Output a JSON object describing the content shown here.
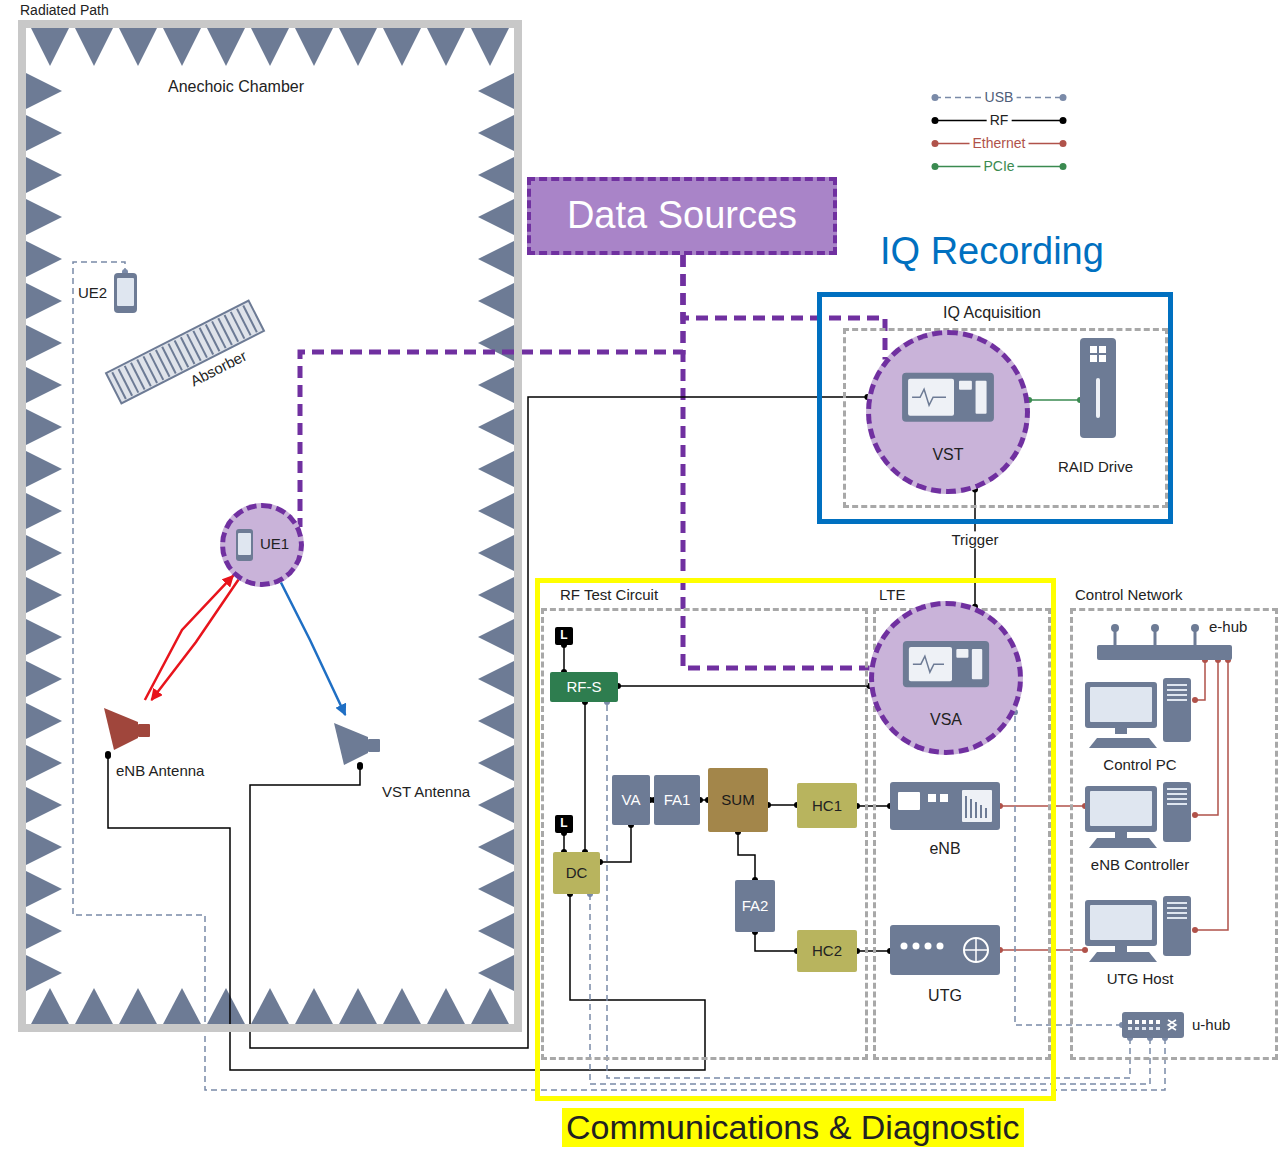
{
  "diagram": {
    "nodes": [
      {
        "text": [
          "Radiated Path",
          "Anechoic Chamber"
        ]
      },
      {
        "text": [
          "UE2"
        ],
        "in": 0
      },
      {
        "text": [
          "Absorber"
        ],
        "in": 0
      },
      {
        "text": [
          "UE1"
        ],
        "in": 0
      },
      {
        "text": [
          "eNB Antenna"
        ],
        "in": 0
      },
      {
        "text": [
          "VST Antenna"
        ],
        "in": 0
      },
      {
        "text": [
          "Data Sources"
        ]
      },
      {
        "text": [
          "IQ Recording"
        ]
      },
      {
        "text": [
          "IQ Acquisition"
        ],
        "in": 7
      },
      {
        "text": [
          "VST"
        ],
        "in": 8
      },
      {
        "text": [
          "RAID Drive"
        ],
        "in": 8
      },
      {
        "text": [
          "Communications & Diagnostic"
        ]
      },
      {
        "text": [
          "RF Test Circuit"
        ],
        "in": 11
      },
      {
        "text": [
          "L"
        ],
        "in": 12
      },
      {
        "text": [
          "RF-S"
        ],
        "in": 12
      },
      {
        "text": [
          "L"
        ],
        "in": 12
      },
      {
        "text": [
          "DC"
        ],
        "in": 12
      },
      {
        "text": [
          "VA"
        ],
        "in": 12
      },
      {
        "text": [
          "FA1"
        ],
        "in": 12
      },
      {
        "text": [
          "SUM"
        ],
        "in": 12
      },
      {
        "text": [
          "FA2"
        ],
        "in": 12
      },
      {
        "text": [
          "HC1"
        ],
        "in": 12
      },
      {
        "text": [
          "HC2"
        ],
        "in": 12
      },
      {
        "text": [
          "LTE"
        ],
        "in": 11
      },
      {
        "text": [
          "VSA"
        ],
        "in": 23
      },
      {
        "text": [
          "eNB"
        ],
        "in": 23
      },
      {
        "text": [
          "UTG"
        ],
        "in": 23
      },
      {
        "text": [
          "Control Network"
        ]
      },
      {
        "text": [
          "e-hub"
        ],
        "in": 27
      },
      {
        "text": [
          "Control PC"
        ],
        "in": 27
      },
      {
        "text": [
          "eNB Controller"
        ],
        "in": 27
      },
      {
        "text": [
          "UTG Host"
        ],
        "in": 27
      },
      {
        "text": [
          "u-hub"
        ],
        "in": 27
      }
    ],
    "edges": [
      {
        "from": 3,
        "to": 4,
        "arrow": "to"
      },
      {
        "from": 4,
        "to": 3,
        "arrow": "to"
      },
      {
        "from": 3,
        "to": 5,
        "arrow": "to"
      },
      {
        "from": 6,
        "to": 3,
        "arrow": "none"
      },
      {
        "from": 6,
        "to": 9,
        "arrow": "none"
      },
      {
        "from": 6,
        "to": 24,
        "arrow": "none"
      },
      {
        "from": 9,
        "to": 10,
        "arrow": "none"
      },
      {
        "from": 9,
        "to": 24,
        "label": "Trigger",
        "arrow": "none"
      },
      {
        "from": 5,
        "to": 9,
        "arrow": "none"
      },
      {
        "from": 4,
        "to": 16,
        "arrow": "none"
      },
      {
        "from": 13,
        "to": 14,
        "arrow": "none"
      },
      {
        "from": 14,
        "to": 24,
        "arrow": "none"
      },
      {
        "from": 14,
        "to": 16,
        "arrow": "none"
      },
      {
        "from": 15,
        "to": 16,
        "arrow": "none"
      },
      {
        "from": 16,
        "to": 17,
        "arrow": "none"
      },
      {
        "from": 17,
        "to": 18,
        "arrow": "none"
      },
      {
        "from": 18,
        "to": 19,
        "arrow": "none"
      },
      {
        "from": 19,
        "to": 21,
        "arrow": "none"
      },
      {
        "from": 21,
        "to": 25,
        "arrow": "none"
      },
      {
        "from": 19,
        "to": 20,
        "arrow": "none"
      },
      {
        "from": 20,
        "to": 22,
        "arrow": "none"
      },
      {
        "from": 22,
        "to": 26,
        "arrow": "none"
      },
      {
        "from": 25,
        "to": 30,
        "arrow": "none"
      },
      {
        "from": 26,
        "to": 31,
        "arrow": "none"
      },
      {
        "from": 28,
        "to": 29,
        "arrow": "none"
      },
      {
        "from": 28,
        "to": 30,
        "arrow": "none"
      },
      {
        "from": 28,
        "to": 31,
        "arrow": "none"
      },
      {
        "from": 32,
        "to": 1,
        "arrow": "none"
      },
      {
        "from": 32,
        "to": 24,
        "arrow": "none"
      },
      {
        "from": 32,
        "to": 14,
        "arrow": "none"
      },
      {
        "from": 32,
        "to": 16,
        "arrow": "none"
      }
    ],
    "legend": [
      {
        "text": "USB"
      },
      {
        "text": "RF"
      },
      {
        "text": "Ethernet"
      },
      {
        "text": "PCIe"
      }
    ]
  }
}
